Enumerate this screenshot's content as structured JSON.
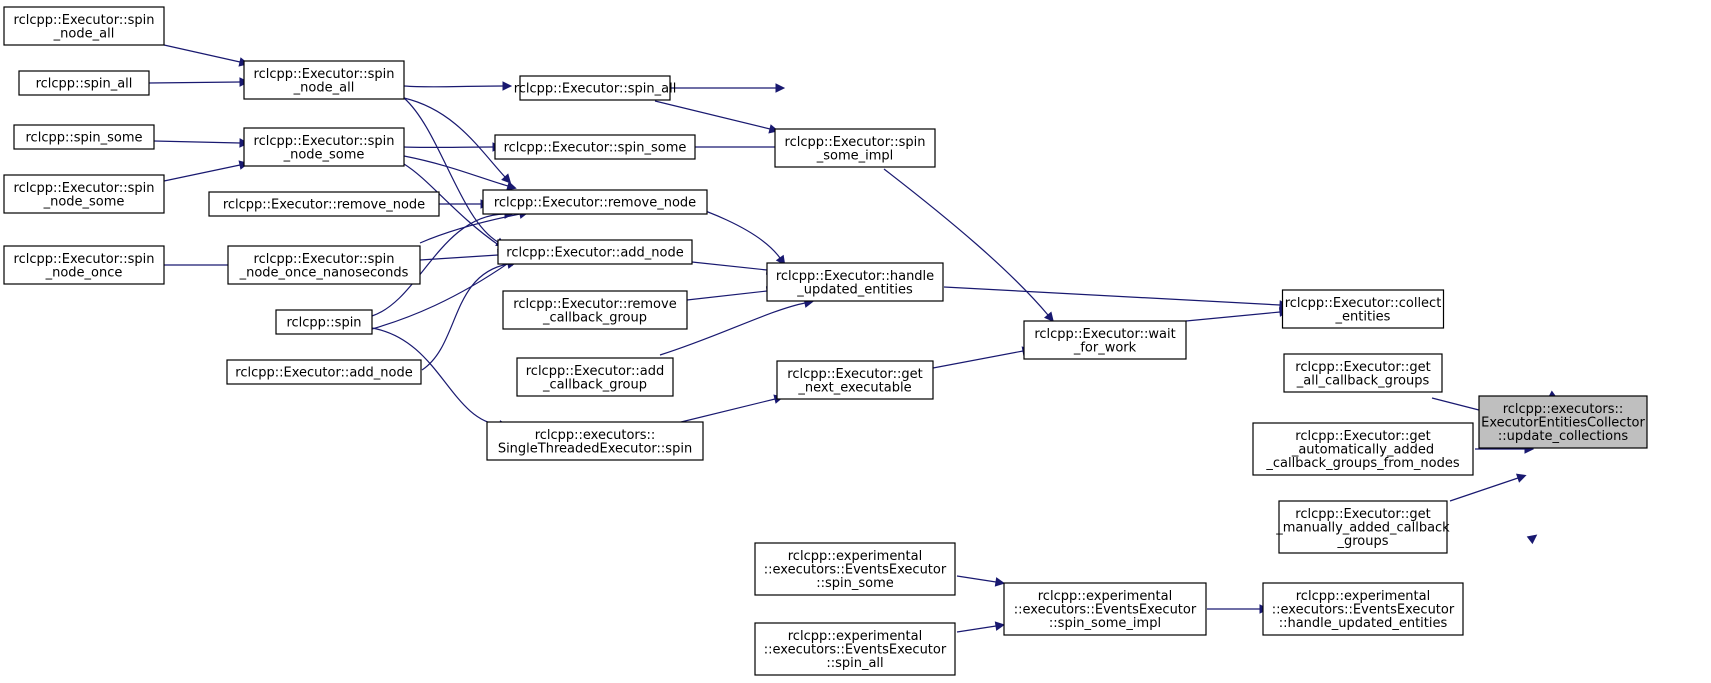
{
  "nodes": [
    {
      "id": "n_update_collections",
      "lines": [
        "rclcpp::executors::",
        "ExecutorEntitiesCollector",
        "::update_collections"
      ],
      "root": true
    },
    {
      "id": "n_collect_entities",
      "lines": [
        "rclcpp::Executor::collect",
        "_entities"
      ]
    },
    {
      "id": "n_get_all_cbg",
      "lines": [
        "rclcpp::Executor::get",
        "_all_callback_groups"
      ]
    },
    {
      "id": "n_get_auto_cbg",
      "lines": [
        "rclcpp::Executor::get",
        "_automatically_added",
        "_callback_groups_from_nodes"
      ]
    },
    {
      "id": "n_get_manual_cbg",
      "lines": [
        "rclcpp::Executor::get",
        "_manually_added_callback",
        "_groups"
      ]
    },
    {
      "id": "n_ee_handle_updated",
      "lines": [
        "rclcpp::experimental",
        "::executors::EventsExecutor",
        "::handle_updated_entities"
      ]
    },
    {
      "id": "n_handle_updated",
      "lines": [
        "rclcpp::Executor::handle",
        "_updated_entities"
      ]
    },
    {
      "id": "n_wait_for_work",
      "lines": [
        "rclcpp::Executor::wait",
        "_for_work"
      ]
    },
    {
      "id": "n_spin_some_impl",
      "lines": [
        "rclcpp::Executor::spin",
        "_some_impl"
      ]
    },
    {
      "id": "n_get_next_exec",
      "lines": [
        "rclcpp::Executor::get",
        "_next_executable"
      ]
    },
    {
      "id": "n_ee_spin_some_impl",
      "lines": [
        "rclcpp::experimental",
        "::executors::EventsExecutor",
        "::spin_some_impl"
      ]
    },
    {
      "id": "n_ee_spin_some",
      "lines": [
        "rclcpp::experimental",
        "::executors::EventsExecutor",
        "::spin_some"
      ]
    },
    {
      "id": "n_ee_spin_all",
      "lines": [
        "rclcpp::experimental",
        "::executors::EventsExecutor",
        "::spin_all"
      ]
    },
    {
      "id": "n_exec_spin_all",
      "lines": [
        "rclcpp::Executor::spin_all"
      ]
    },
    {
      "id": "n_exec_spin_some",
      "lines": [
        "rclcpp::Executor::spin_some"
      ]
    },
    {
      "id": "n_remove_node_a",
      "lines": [
        "rclcpp::Executor::remove_node"
      ]
    },
    {
      "id": "n_add_node_a",
      "lines": [
        "rclcpp::Executor::add_node"
      ]
    },
    {
      "id": "n_remove_cbg",
      "lines": [
        "rclcpp::Executor::remove",
        "_callback_group"
      ]
    },
    {
      "id": "n_add_cbg",
      "lines": [
        "rclcpp::Executor::add",
        "_callback_group"
      ]
    },
    {
      "id": "n_ste_spin",
      "lines": [
        "rclcpp::executors::",
        "SingleThreadedExecutor::spin"
      ]
    },
    {
      "id": "n_spin_node_all",
      "lines": [
        "rclcpp::Executor::spin",
        "_node_all"
      ]
    },
    {
      "id": "n_spin_node_some",
      "lines": [
        "rclcpp::Executor::spin",
        "_node_some"
      ]
    },
    {
      "id": "n_remove_node_b",
      "lines": [
        "rclcpp::Executor::remove_node"
      ]
    },
    {
      "id": "n_spin_node_once_ns",
      "lines": [
        "rclcpp::Executor::spin",
        "_node_once_nanoseconds"
      ]
    },
    {
      "id": "n_rclcpp_spin",
      "lines": [
        "rclcpp::spin"
      ]
    },
    {
      "id": "n_add_node_b",
      "lines": [
        "rclcpp::Executor::add_node"
      ]
    },
    {
      "id": "n_spin_node_all_l",
      "lines": [
        "rclcpp::Executor::spin",
        "_node_all"
      ]
    },
    {
      "id": "n_rclcpp_spin_all",
      "lines": [
        "rclcpp::spin_all"
      ]
    },
    {
      "id": "n_rclcpp_spin_some",
      "lines": [
        "rclcpp::spin_some"
      ]
    },
    {
      "id": "n_spin_node_some_l",
      "lines": [
        "rclcpp::Executor::spin",
        "_node_some"
      ]
    },
    {
      "id": "n_spin_node_once_l",
      "lines": [
        "rclcpp::Executor::spin",
        "_node_once"
      ]
    }
  ]
}
